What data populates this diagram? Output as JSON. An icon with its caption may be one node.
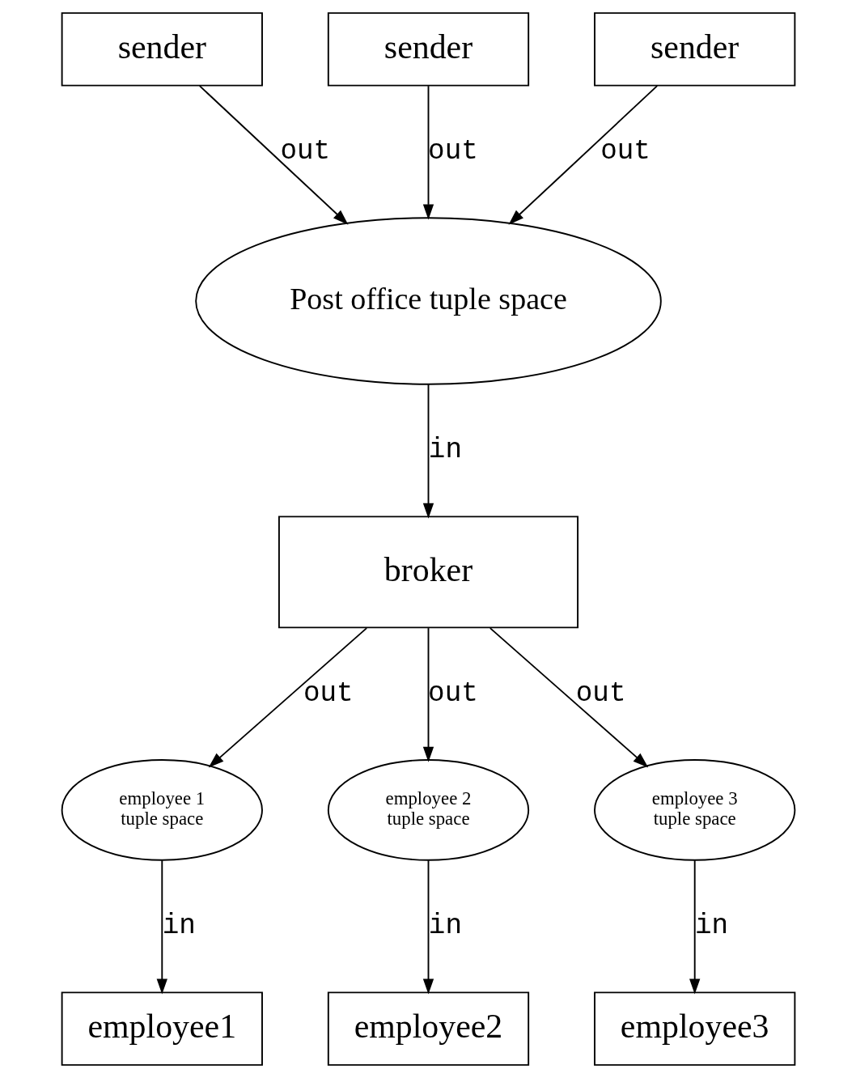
{
  "diagram": {
    "nodes": [
      {
        "text": [
          "sender"
        ]
      },
      {
        "text": [
          "sender"
        ]
      },
      {
        "text": [
          "sender"
        ]
      },
      {
        "text": [
          "Post office tuple space"
        ]
      },
      {
        "text": [
          "broker"
        ]
      },
      {
        "text": [
          "employee 1 tuple space"
        ]
      },
      {
        "text": [
          "employee 2 tuple space"
        ]
      },
      {
        "text": [
          "employee 3 tuple space"
        ]
      },
      {
        "text": [
          "employee1"
        ]
      },
      {
        "text": [
          "employee2"
        ]
      },
      {
        "text": [
          "employee3"
        ]
      }
    ],
    "edges": [
      {
        "from": 0,
        "to": 3,
        "arrow": "to",
        "label": "out"
      },
      {
        "from": 1,
        "to": 3,
        "arrow": "to",
        "label": "out"
      },
      {
        "from": 2,
        "to": 3,
        "arrow": "to",
        "label": "out"
      },
      {
        "from": 3,
        "to": 4,
        "arrow": "to",
        "label": "in"
      },
      {
        "from": 4,
        "to": 5,
        "arrow": "to",
        "label": "out"
      },
      {
        "from": 4,
        "to": 6,
        "arrow": "to",
        "label": "out"
      },
      {
        "from": 4,
        "to": 7,
        "arrow": "to",
        "label": "out"
      },
      {
        "from": 5,
        "to": 8,
        "arrow": "to",
        "label": "in"
      },
      {
        "from": 6,
        "to": 9,
        "arrow": "to",
        "label": "in"
      },
      {
        "from": 7,
        "to": 10,
        "arrow": "to",
        "label": "in"
      }
    ]
  }
}
